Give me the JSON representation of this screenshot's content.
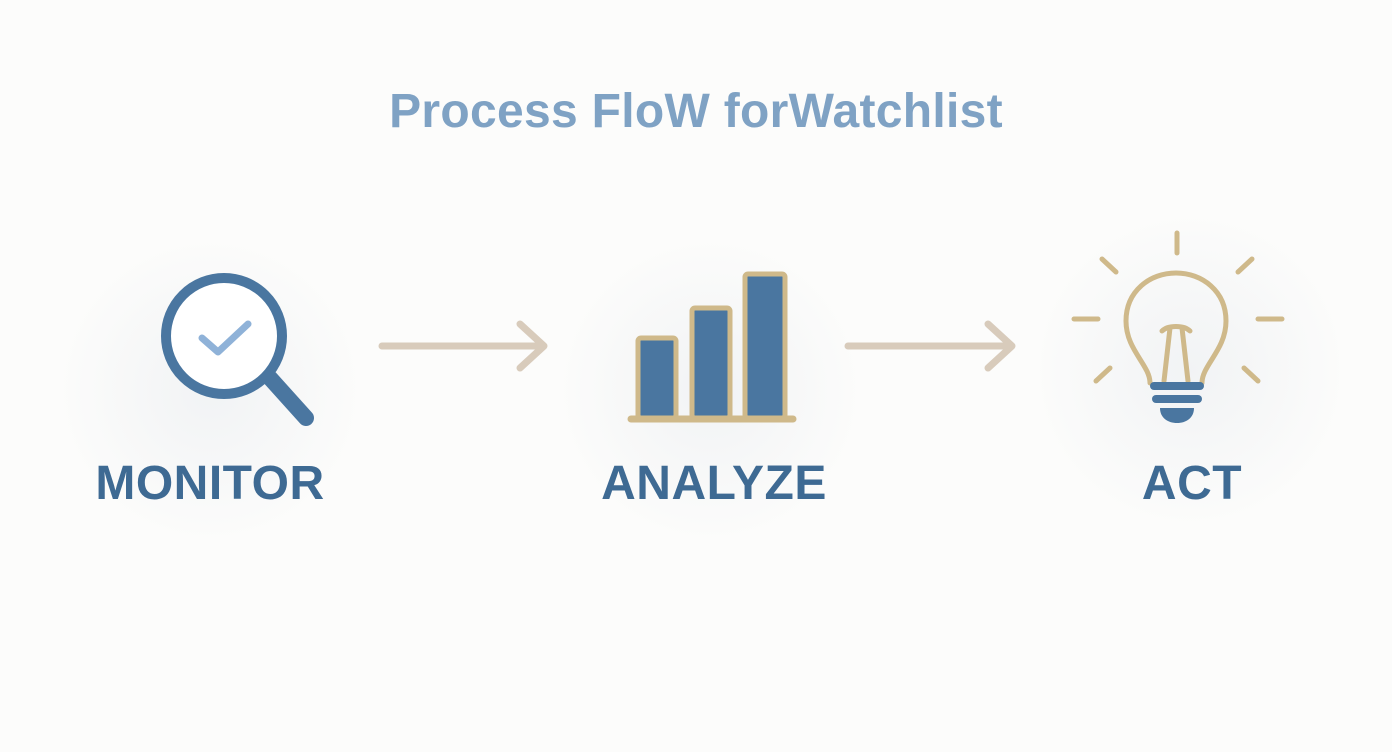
{
  "title": "Process FloW forWatchlist",
  "colors": {
    "title": "#7fa2c4",
    "label": "#3e6a93",
    "blue": "#4a76a0",
    "check": "#8fb2d8",
    "gold": "#cfb98a",
    "arrow": "#d8cbbb"
  },
  "steps": [
    {
      "label": "MONITOR",
      "icon": "magnifier-check-icon"
    },
    {
      "label": "ANALYZE",
      "icon": "bar-chart-icon"
    },
    {
      "label": "ACT",
      "icon": "lightbulb-icon"
    }
  ],
  "arrows": [
    {
      "from": "MONITOR",
      "to": "ANALYZE"
    },
    {
      "from": "ANALYZE",
      "to": "ACT"
    }
  ]
}
